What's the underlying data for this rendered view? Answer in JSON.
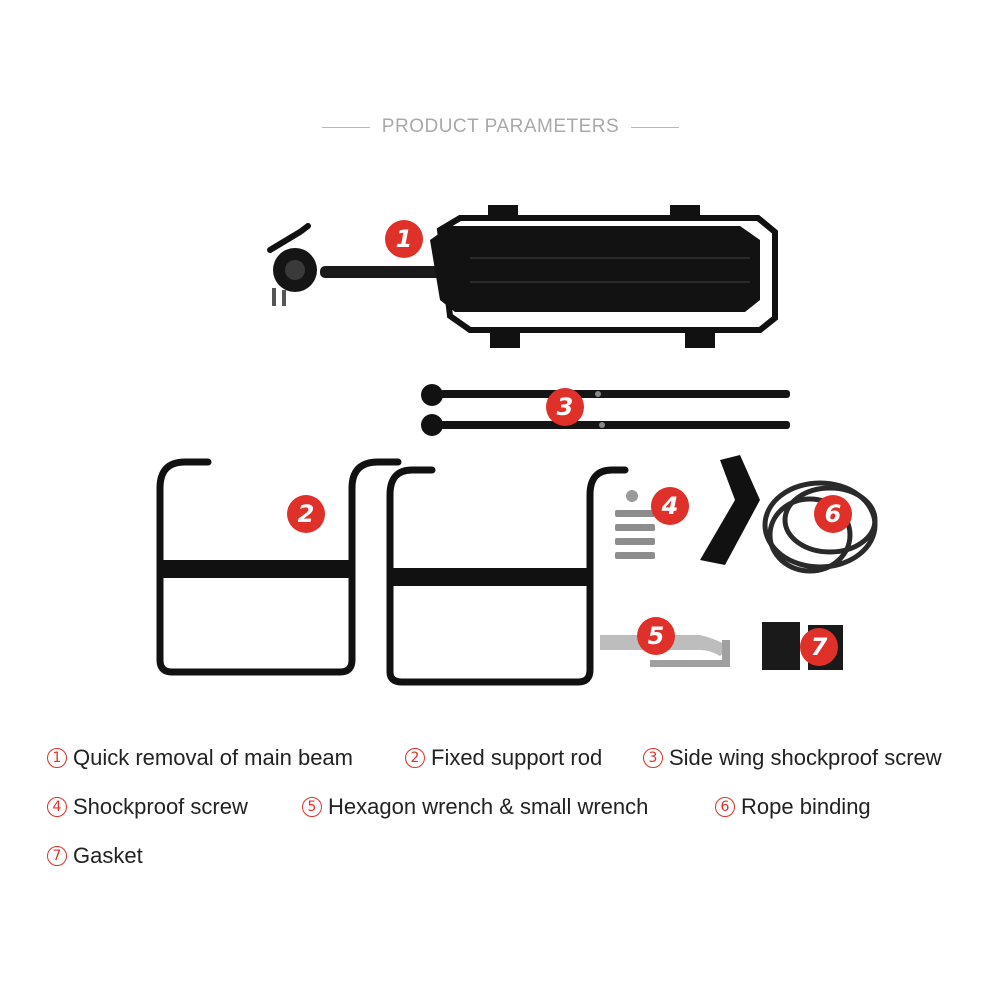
{
  "title": "PRODUCT PARAMETERS",
  "accent_color": "#e0302a",
  "badges": [
    "1",
    "2",
    "3",
    "4",
    "5",
    "6",
    "7"
  ],
  "legend": [
    {
      "num": "1",
      "label": "Quick removal of main beam"
    },
    {
      "num": "2",
      "label": "Fixed support rod"
    },
    {
      "num": "3",
      "label": "Side wing shockproof screw"
    },
    {
      "num": "4",
      "label": "Shockproof screw"
    },
    {
      "num": "5",
      "label": "Hexagon wrench & small wrench"
    },
    {
      "num": "6",
      "label": "Rope binding"
    },
    {
      "num": "7",
      "label": "Gasket"
    }
  ]
}
